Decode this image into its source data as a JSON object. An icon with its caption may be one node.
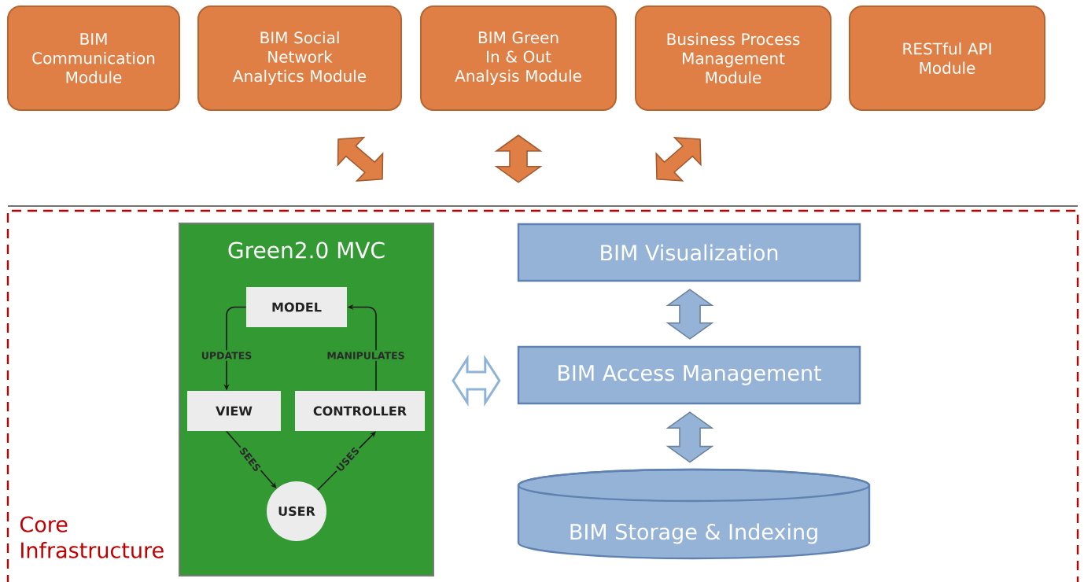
{
  "diagram": {
    "nodes": [
      {
        "text": [
          "BIM Communication Module"
        ]
      },
      {
        "text": [
          "BIM Social Network Analytics Module"
        ]
      },
      {
        "text": [
          "BIM Green In & Out Analysis Module"
        ]
      },
      {
        "text": [
          "Business Process Management Module"
        ]
      },
      {
        "text": [
          "RESTful API Module"
        ]
      },
      {
        "text": [
          "Core Infrastructure"
        ]
      },
      {
        "text": [
          "Green2.0 MVC"
        ],
        "in": 5
      },
      {
        "text": [
          "MODEL"
        ],
        "in": 6
      },
      {
        "text": [
          "VIEW"
        ],
        "in": 6
      },
      {
        "text": [
          "CONTROLLER"
        ],
        "in": 6
      },
      {
        "text": [
          "USER"
        ],
        "in": 6
      },
      {
        "text": [
          "BIM Visualization"
        ],
        "in": 5
      },
      {
        "text": [
          "BIM Access Management"
        ],
        "in": 5
      },
      {
        "text": [
          "BIM Storage & Indexing"
        ],
        "in": 5
      }
    ],
    "edges": [
      {
        "from": 1,
        "to": 5,
        "arrow": "both",
        "style": "thick",
        "color": "#e07f45"
      },
      {
        "from": 2,
        "to": 5,
        "arrow": "both",
        "style": "thick",
        "color": "#e07f45"
      },
      {
        "from": 3,
        "to": 5,
        "arrow": "both",
        "style": "thick",
        "color": "#e07f45"
      },
      {
        "from": 7,
        "to": 8,
        "arrow": "to",
        "label": "UPDATES"
      },
      {
        "from": 9,
        "to": 7,
        "arrow": "to",
        "label": "MANIPULATES"
      },
      {
        "from": 8,
        "to": 10,
        "arrow": "to",
        "label": "SEES"
      },
      {
        "from": 10,
        "to": 9,
        "arrow": "to",
        "label": "USES"
      },
      {
        "from": 6,
        "to": 12,
        "arrow": "both",
        "style": "thick",
        "color": "#8db3d9"
      },
      {
        "from": 11,
        "to": 12,
        "arrow": "both",
        "style": "thick",
        "color": "#95b3d7"
      },
      {
        "from": 12,
        "to": 13,
        "arrow": "both",
        "style": "thick",
        "color": "#95b3d7"
      }
    ]
  }
}
